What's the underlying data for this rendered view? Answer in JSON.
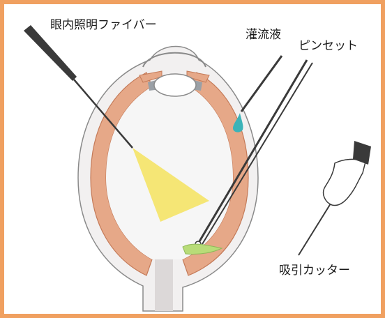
{
  "labels": {
    "light_fiber": "眼内照明ファイバー",
    "irrigation": "灌流液",
    "forceps": "ピンセット",
    "cutter": "吸引カッター"
  },
  "colors": {
    "frame": "#f0a060",
    "choroid": "#e6a888",
    "retina_outline": "#c47a58",
    "sclera_fill": "#f2f0f0",
    "vitreous": "#f6f6f6",
    "lens": "#ffffff",
    "ciliary": "#9aa0a6",
    "instrument": "#3a3a3a",
    "light_cone": "#f4e04a",
    "drop": "#3bb3b8",
    "membrane": "#b8dc78",
    "optic_nerve": "#dcd8d8"
  },
  "icons": {
    "light_fiber": "light-fiber-icon",
    "irrigation_drop": "water-drop-icon",
    "cutter_handpiece": "vitrectomy-cutter-icon"
  }
}
